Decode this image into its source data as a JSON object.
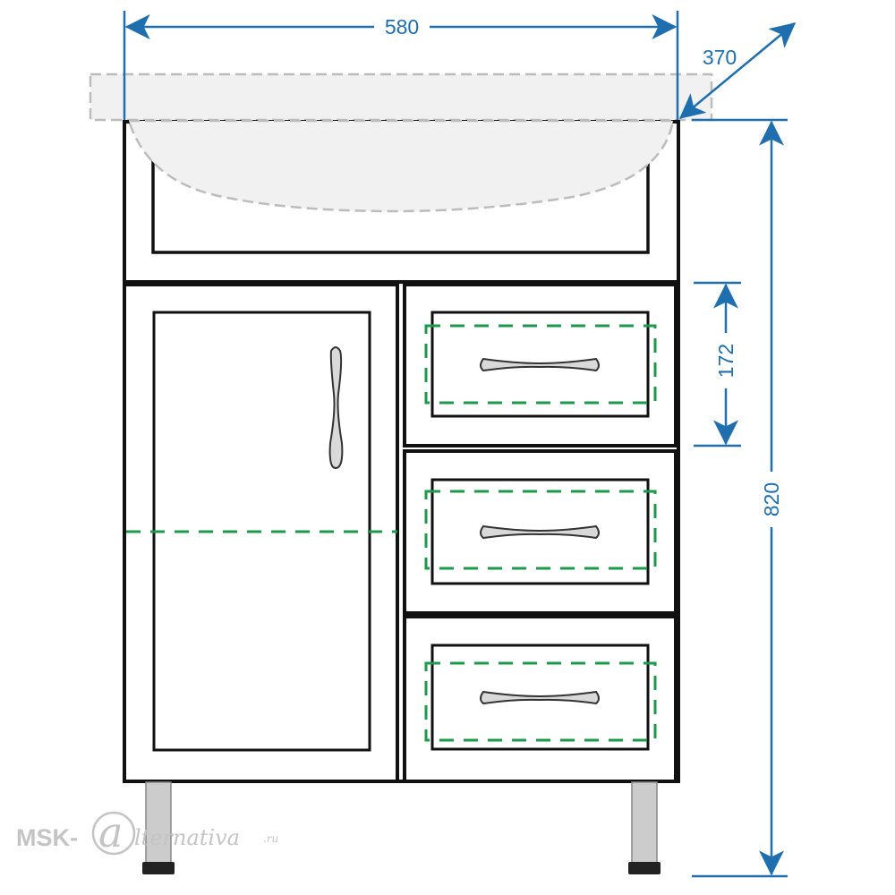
{
  "dimensions": {
    "width": "580",
    "depth": "370",
    "height": "820",
    "drawer_height": "172"
  },
  "watermark": {
    "prefix": "MSK-",
    "a_letter": "a",
    "suffix": "lternativa",
    "domain": ".ru"
  },
  "colors": {
    "dimension": "#1f6fae",
    "outline": "#111111",
    "hidden_line": "#1b9a4a",
    "basin_outline": "#bcbcbc",
    "basin_fill": "#f1f1f1",
    "legs": "#cccccc",
    "handle": "#d9d9d9",
    "watermark": "#c4c4c4"
  }
}
